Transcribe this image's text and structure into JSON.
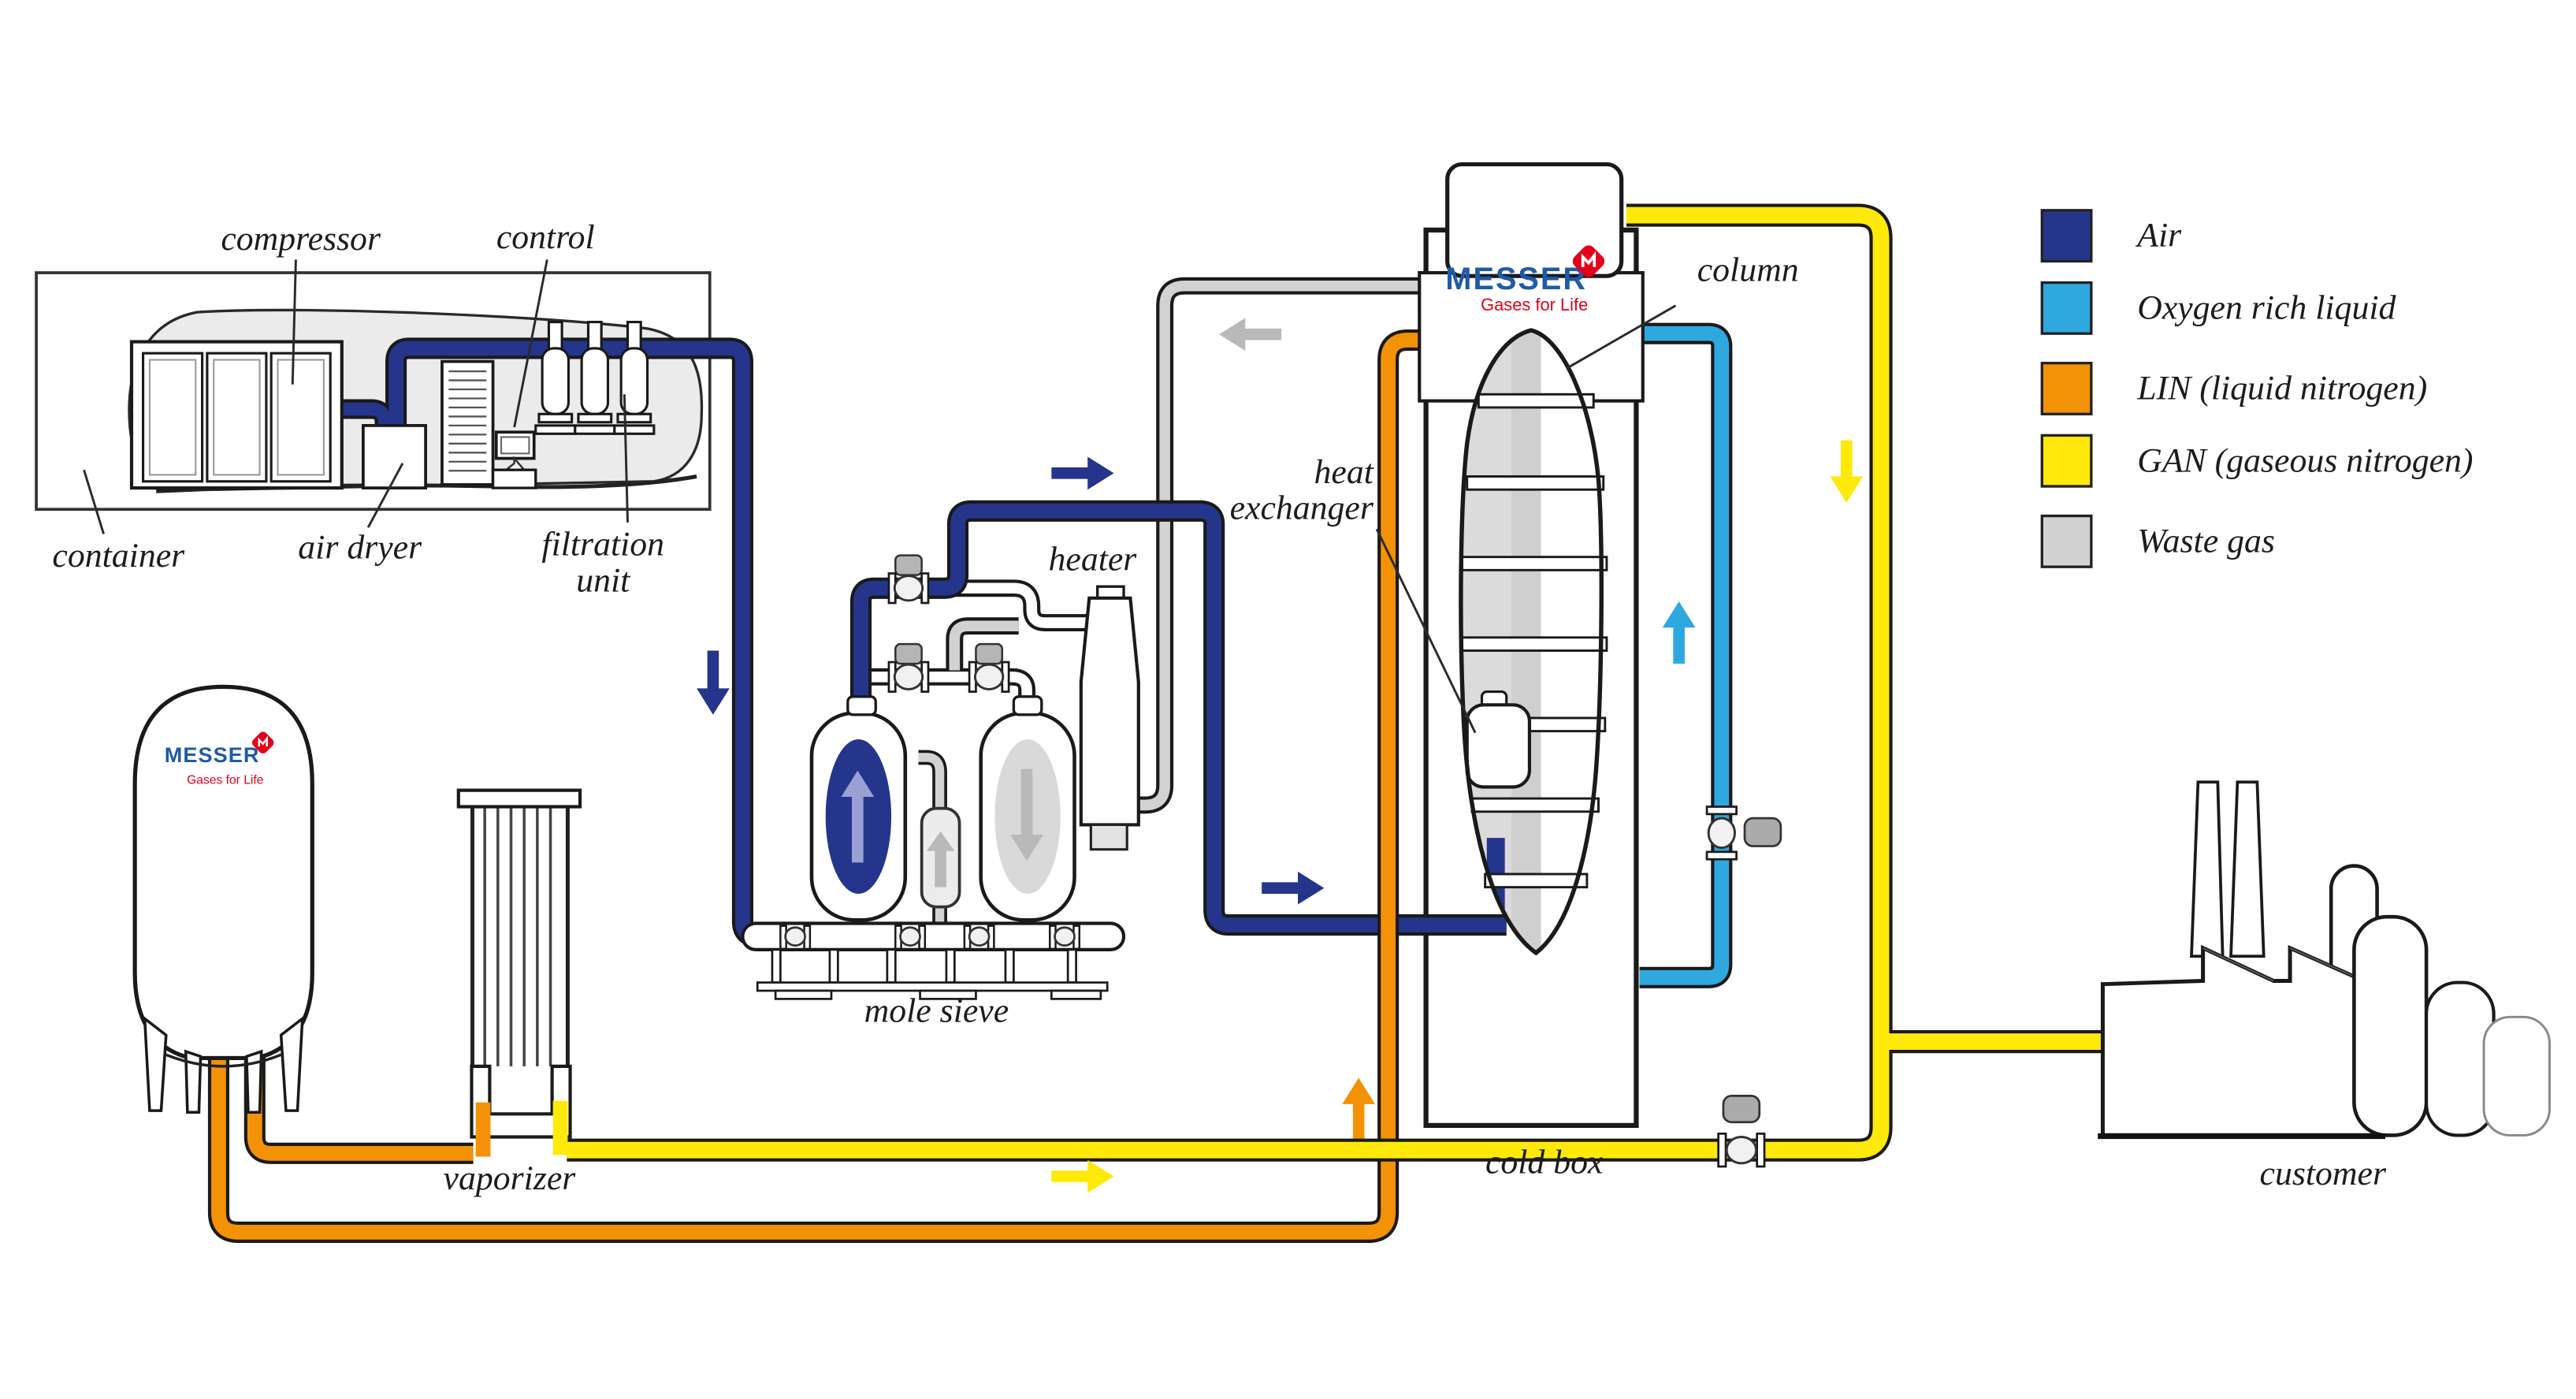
{
  "legend": {
    "items": [
      {
        "id": "air",
        "label": "Air",
        "color": "#26358C"
      },
      {
        "id": "oxygen-rich-liquid",
        "label": "Oxygen rich liquid",
        "color": "#2FA8E0"
      },
      {
        "id": "lin",
        "label": "LIN (liquid nitrogen)",
        "color": "#F39207"
      },
      {
        "id": "gan",
        "label": "GAN (gaseous nitrogen)",
        "color": "#FFE90A"
      },
      {
        "id": "waste-gas",
        "label": "Waste gas",
        "color": "#D2D2D2"
      }
    ]
  },
  "labels": {
    "compressor": "compressor",
    "control": "control",
    "container": "container",
    "air_dryer": "air dryer",
    "filtration_1": "filtration",
    "filtration_2": "unit",
    "mole_sieve": "mole sieve",
    "heater": "heater",
    "heat_exchanger_1": "heat",
    "heat_exchanger_2": "exchanger",
    "column": "column",
    "cold_box": "cold box",
    "vaporizer": "vaporizer",
    "customer": "customer"
  },
  "brand": {
    "name": "MESSER",
    "tagline": "Gases for Life",
    "blue": "#1F5AA8",
    "red": "#E2001A"
  },
  "colors": {
    "air": "#26358C",
    "oxygen": "#2FA8E0",
    "lin": "#F39207",
    "gan": "#FFE90A",
    "waste": "#D2D2D2",
    "air_arrow_light": "#9AA0D4",
    "gray_arrow": "#B9B9B9",
    "vessel_gray": "#D9D9D9",
    "column_gray": "#DBDBDB"
  }
}
